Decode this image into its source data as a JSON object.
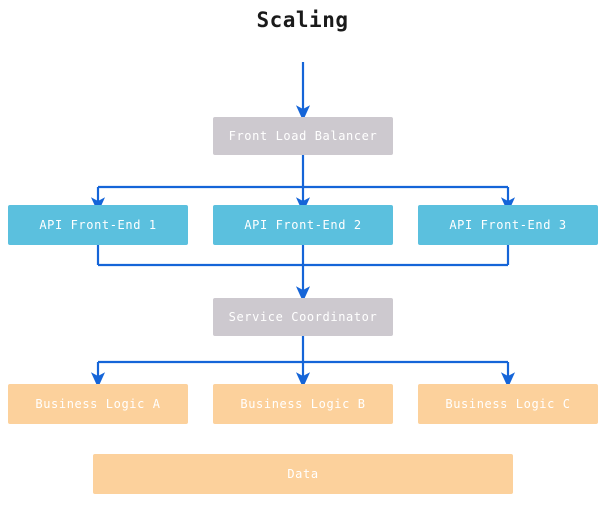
{
  "diagram": {
    "title": "Scaling",
    "type": "flowchart",
    "background": "#ffffff",
    "edge_color": "#1565d8",
    "palette": {
      "gray": "#cdc9cf",
      "blue": "#5bc0de",
      "peach": "#fcd19c",
      "node_text": "#ffffff",
      "title_text": "#1a1a1a"
    },
    "tiers": [
      {
        "name": "entry",
        "nodes": [
          {
            "id": "front-load-balancer",
            "label": "Front Load Balancer",
            "color": "gray"
          }
        ]
      },
      {
        "name": "api-layer",
        "nodes": [
          {
            "id": "api-front-end-1",
            "label": "API Front-End 1",
            "color": "blue"
          },
          {
            "id": "api-front-end-2",
            "label": "API Front-End 2",
            "color": "blue"
          },
          {
            "id": "api-front-end-3",
            "label": "API Front-End 3",
            "color": "blue"
          }
        ]
      },
      {
        "name": "coordination",
        "nodes": [
          {
            "id": "service-coordinator",
            "label": "Service Coordinator",
            "color": "gray"
          }
        ]
      },
      {
        "name": "business-layer",
        "nodes": [
          {
            "id": "business-logic-a",
            "label": "Business Logic A",
            "color": "peach"
          },
          {
            "id": "business-logic-b",
            "label": "Business Logic B",
            "color": "peach"
          },
          {
            "id": "business-logic-c",
            "label": "Business Logic C",
            "color": "peach"
          }
        ]
      },
      {
        "name": "storage",
        "nodes": [
          {
            "id": "data",
            "label": "Data",
            "color": "peach"
          }
        ]
      }
    ],
    "edges": [
      {
        "from": "external-ingress",
        "to": "front-load-balancer"
      },
      {
        "from": "front-load-balancer",
        "to": "api-front-end-1"
      },
      {
        "from": "front-load-balancer",
        "to": "api-front-end-2"
      },
      {
        "from": "front-load-balancer",
        "to": "api-front-end-3"
      },
      {
        "from": "api-front-end-1",
        "to": "service-coordinator"
      },
      {
        "from": "api-front-end-2",
        "to": "service-coordinator"
      },
      {
        "from": "api-front-end-3",
        "to": "service-coordinator"
      },
      {
        "from": "service-coordinator",
        "to": "business-logic-a"
      },
      {
        "from": "service-coordinator",
        "to": "business-logic-b"
      },
      {
        "from": "service-coordinator",
        "to": "business-logic-c"
      }
    ]
  }
}
